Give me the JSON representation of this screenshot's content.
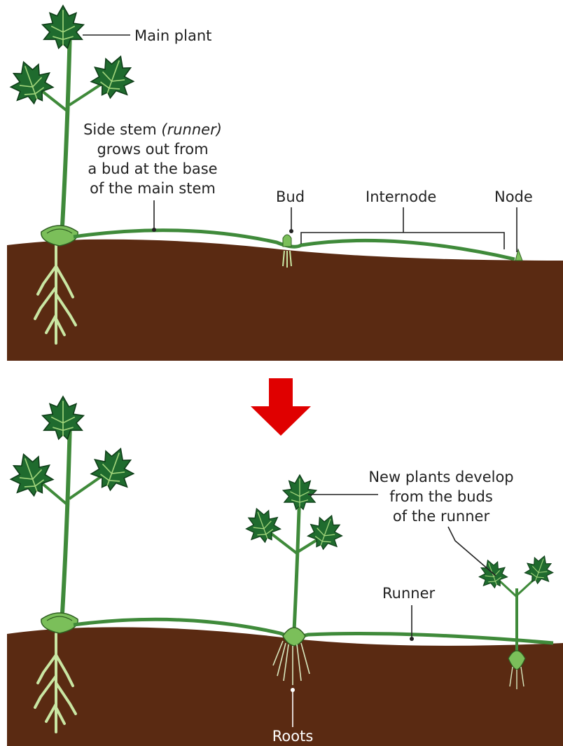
{
  "top_panel": {
    "labels": {
      "main_plant": "Main plant",
      "side_stem_line1_pre": "Side stem ",
      "side_stem_line1_em": "(runner)",
      "side_stem_line2": "grows out from",
      "side_stem_line3": "a bud at the base",
      "side_stem_line4": "of the main stem",
      "bud": "Bud",
      "internode": "Internode",
      "node": "Node"
    }
  },
  "transition_arrow": {
    "color": "#e00000"
  },
  "bottom_panel": {
    "labels": {
      "new_plants_line1": "New plants develop",
      "new_plants_line2": "from the buds",
      "new_plants_line3": "of the runner",
      "runner": "Runner",
      "roots": "Roots"
    }
  },
  "colors": {
    "soil": "#5a2a12",
    "leaf": "#1f6b2e",
    "leaf_vein": "#9fd37a",
    "stem": "#3f8a3a",
    "root": "#c9e6a3"
  }
}
